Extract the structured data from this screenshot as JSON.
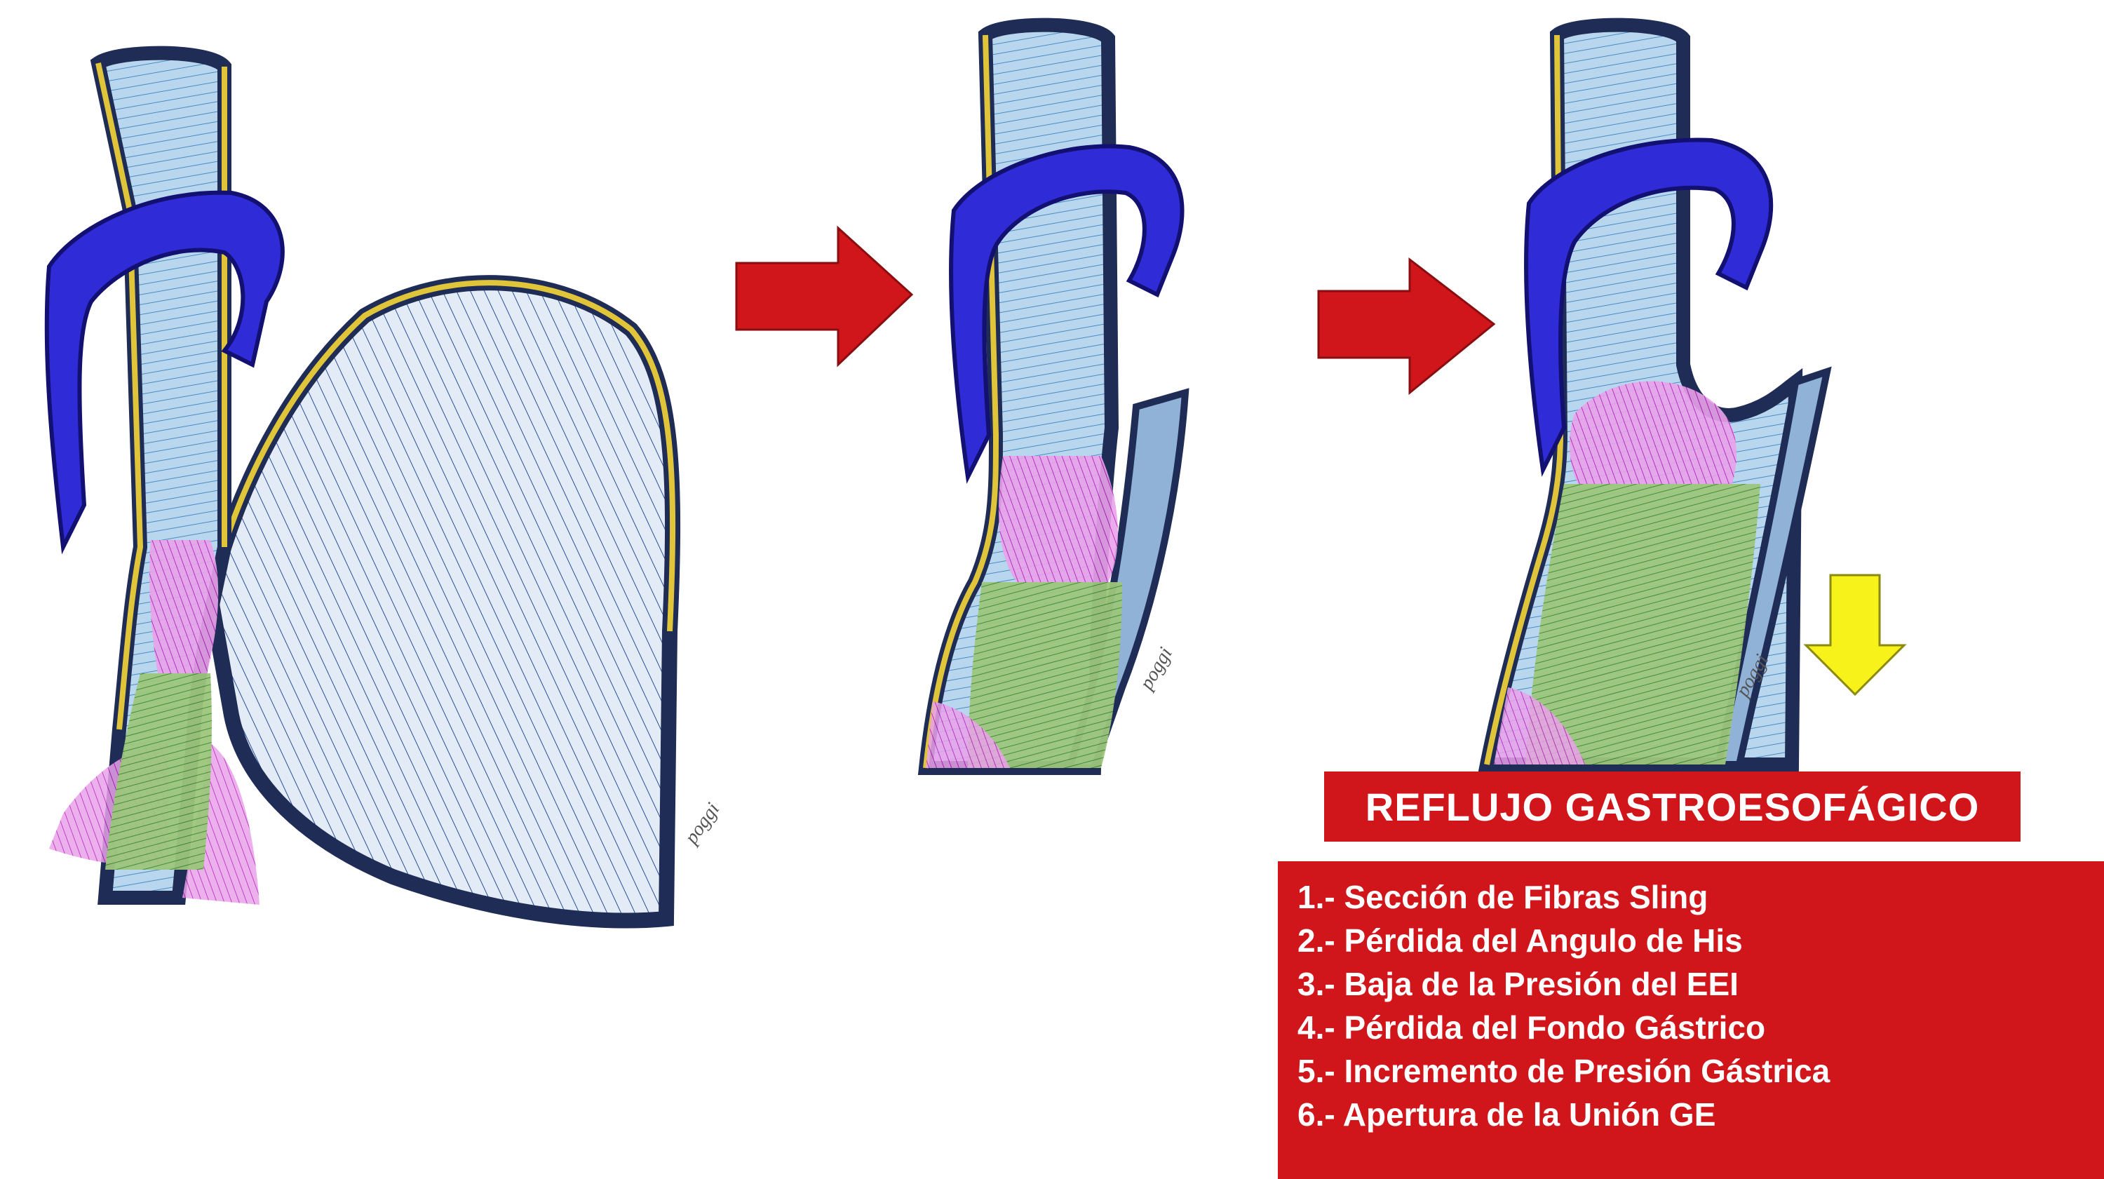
{
  "signature": "poggi",
  "title": "REFLUJO GASTROESOFÁGICO",
  "items": [
    "1.- Sección de Fibras Sling",
    "2.- Pérdida del Angulo de His",
    "3.- Baja de la Presión del EEI",
    "4.- Pérdida del Fondo Gástrico",
    "5.- Incremento de Presión Gástrica",
    "6.- Apertura de la Unión GE"
  ],
  "colors": {
    "esophagus": "#a9cde8",
    "esophagus_lines": "#3c7fb6",
    "wall_yellow": "#e0c53a",
    "wall_dark": "#1f2c55",
    "sling_blue": "#2f2bd6",
    "magenta": "#c431c8",
    "green": "#6aa544",
    "stomach_fill": "#cfdcf1",
    "stomach_lines": "#1d3f8a",
    "arrow_red": "#d0161b",
    "arrow_yellow": "#f7f21a",
    "panel_red": "#d0161b"
  },
  "icons": [
    "red-arrow-icon",
    "red-arrow-icon",
    "yellow-down-arrow-icon"
  ]
}
